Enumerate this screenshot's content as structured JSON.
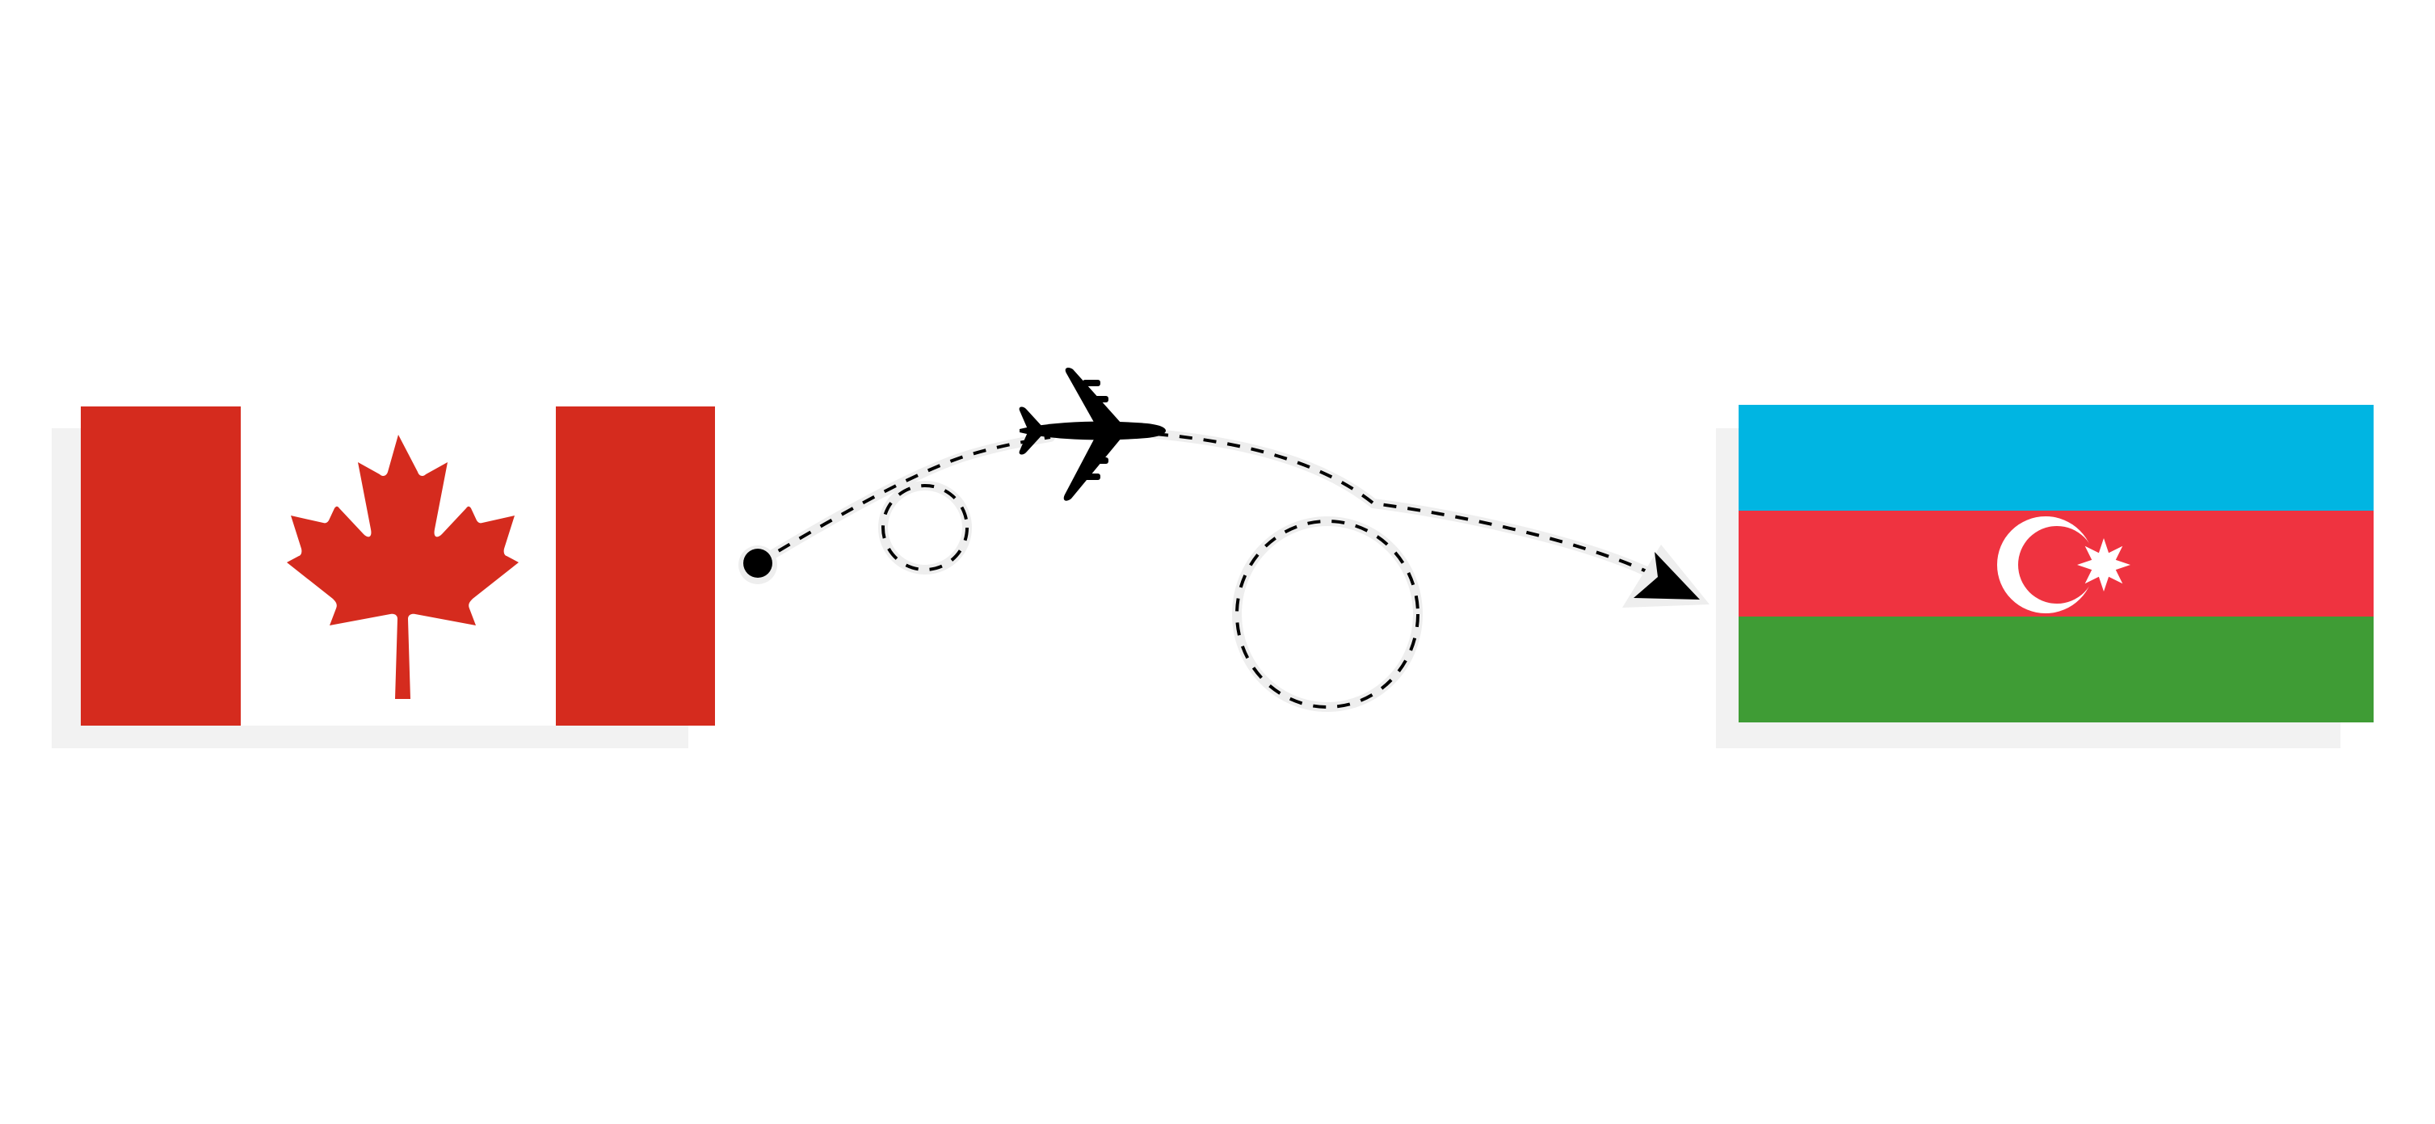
{
  "colors": {
    "background": "#ffffff",
    "flag_shadow": "#f2f2f2",
    "canada_red": "#d52b1e",
    "canada_white": "#ffffff",
    "azerbaijan_blue": "#00b5e2",
    "azerbaijan_red": "#ef3340",
    "azerbaijan_green": "#3f9c35",
    "emblem_white": "#ffffff",
    "path_black": "#000000",
    "path_halo": "#eeeeee"
  },
  "origin_flag": {
    "icon": "canada-flag"
  },
  "destination_flag": {
    "icon": "azerbaijan-flag"
  },
  "flight_path": {
    "style": "dashed",
    "loops": 2,
    "icons": [
      "start-dot-icon",
      "airplane-icon",
      "arrowhead-icon"
    ]
  }
}
